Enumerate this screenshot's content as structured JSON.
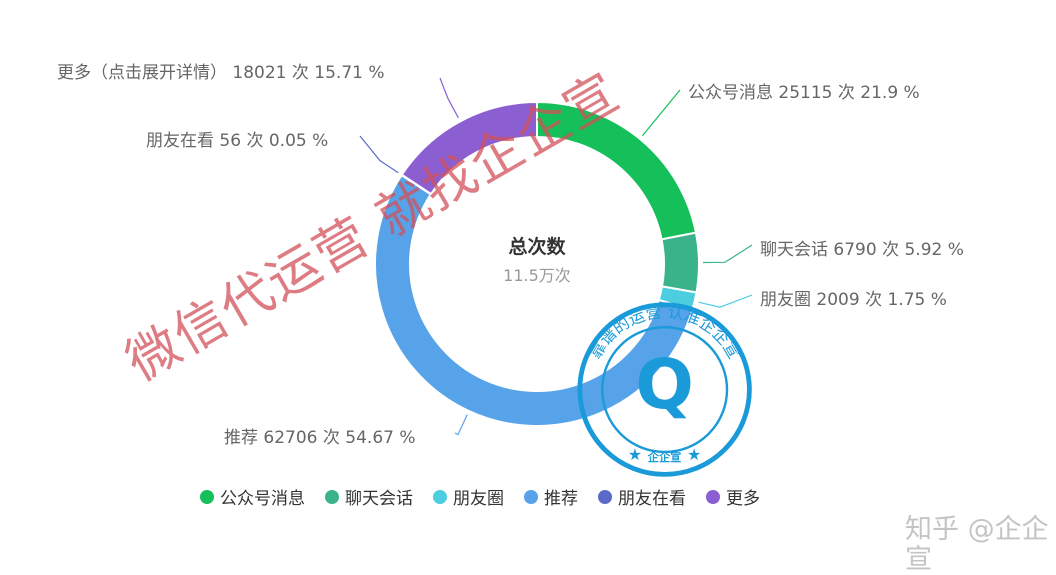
{
  "chart_data": {
    "type": "pie",
    "variant": "donut",
    "unit": "次",
    "center_title": "总次数",
    "center_value": "11.5万次",
    "slices": [
      {
        "name": "公众号消息",
        "value": 25115,
        "percent": 21.9,
        "color": "#15c05a",
        "label": "公众号消息 25115 次 21.9 %"
      },
      {
        "name": "聊天会话",
        "value": 6790,
        "percent": 5.92,
        "color": "#3ab38a",
        "label": "聊天会话 6790 次 5.92 %"
      },
      {
        "name": "朋友圈",
        "value": 2009,
        "percent": 1.75,
        "color": "#4ccde0",
        "label": "朋友圈 2009 次 1.75 %"
      },
      {
        "name": "推荐",
        "value": 62706,
        "percent": 54.67,
        "color": "#57a3ea",
        "label": "推荐 62706 次 54.67 %"
      },
      {
        "name": "朋友在看",
        "value": 56,
        "percent": 0.05,
        "color": "#5b6ac8",
        "label": "朋友在看 56 次 0.05 %"
      },
      {
        "name": "更多",
        "value": 18021,
        "percent": 15.71,
        "color": "#8b5fd1",
        "label": "更多（点击展开详情） 18021 次 15.71 %"
      }
    ],
    "legend": [
      "公众号消息",
      "聊天会话",
      "朋友圈",
      "推荐",
      "朋友在看",
      "更多"
    ],
    "legend_position": "bottom"
  },
  "watermark": {
    "text": "微信代运营 就找企企宣",
    "stamp_text": "靠谱的运营 认准企企宣",
    "stamp_bottom": "企企宣",
    "source": "知乎 @企企宣"
  }
}
